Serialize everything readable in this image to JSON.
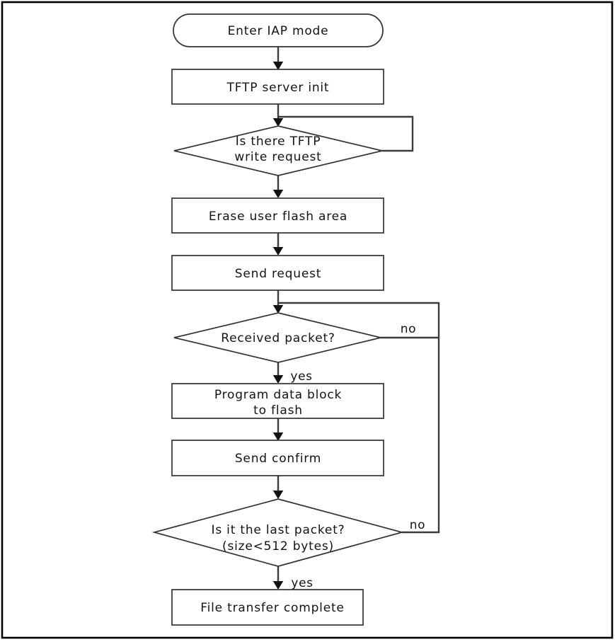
{
  "diagram": {
    "type": "flowchart",
    "description": "IAP mode TFTP firmware transfer flowchart",
    "nodes": {
      "start": {
        "type": "terminator",
        "label": "Enter IAP mode"
      },
      "tftp_init": {
        "type": "process",
        "label": "TFTP server init"
      },
      "write_request": {
        "type": "decision",
        "line1": "Is there TFTP",
        "line2": "write request"
      },
      "erase_flash": {
        "type": "process",
        "label": "Erase user flash area"
      },
      "send_request": {
        "type": "process",
        "label": "Send request"
      },
      "received_packet": {
        "type": "decision",
        "label": "Received packet?"
      },
      "program_block": {
        "type": "process",
        "line1": "Program data block",
        "line2": "to flash"
      },
      "send_confirm": {
        "type": "process",
        "label": "Send confirm"
      },
      "last_packet": {
        "type": "decision",
        "line1": "Is it the last packet?",
        "line2": "(size<512 bytes)"
      },
      "transfer_complete": {
        "type": "process",
        "label": "File transfer complete"
      }
    },
    "edge_labels": {
      "received_packet_no": "no",
      "received_packet_yes": "yes",
      "last_packet_no": "no",
      "last_packet_yes": "yes"
    },
    "colors": {
      "background": "#ffffff",
      "page_border": "#000000",
      "shape_stroke": "#333333",
      "connector": "#3b3b3b",
      "arrowhead": "#121212",
      "text": "#131313"
    }
  }
}
